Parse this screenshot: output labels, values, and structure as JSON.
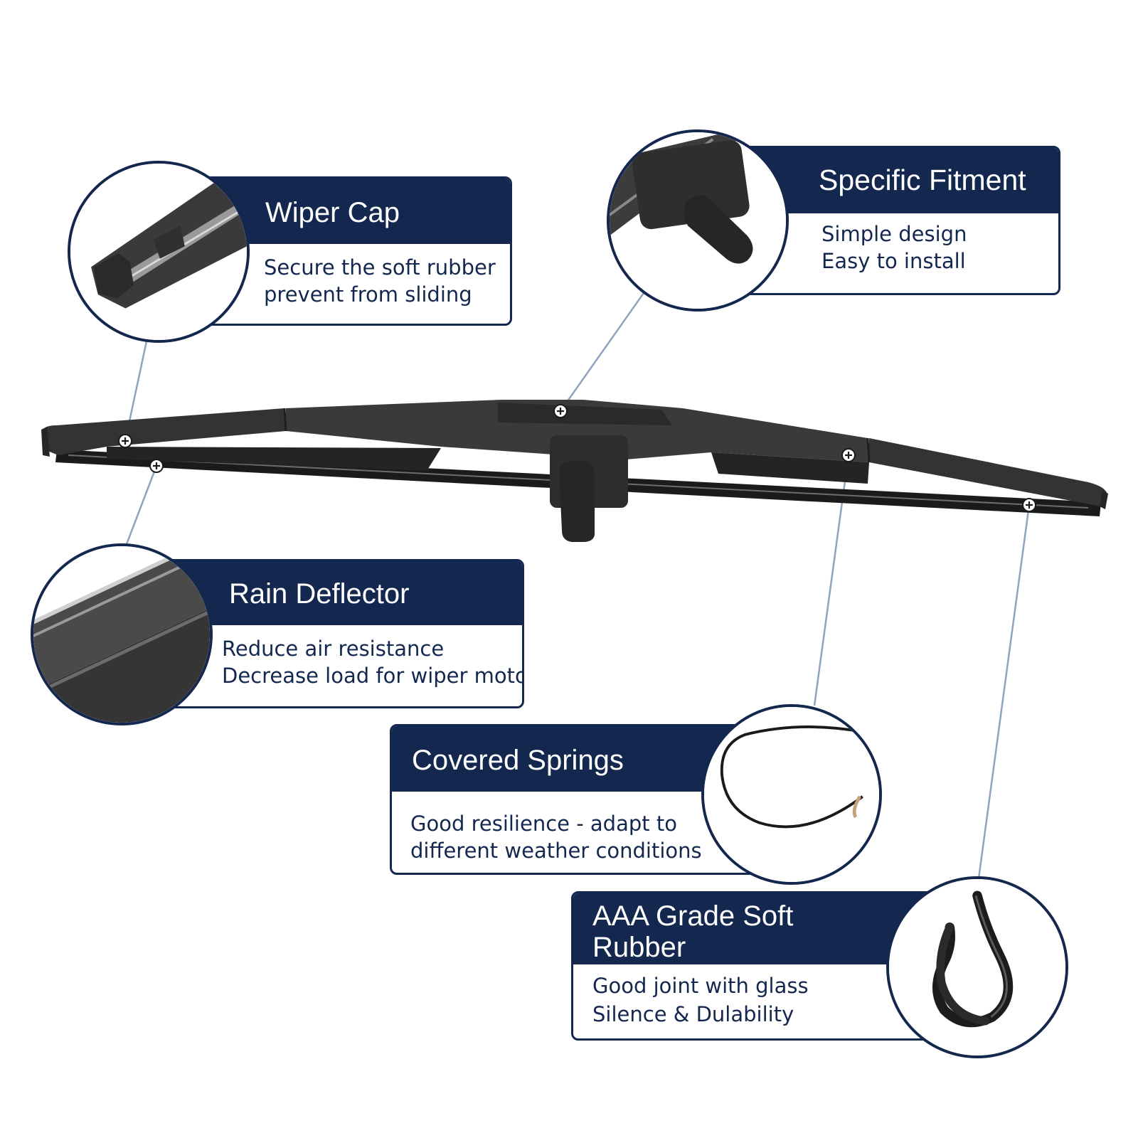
{
  "features": {
    "wiper_cap": {
      "title": "Wiper Cap",
      "desc": [
        "Secure the soft rubber",
        "prevent from sliding"
      ],
      "icon": "wiper-cap-closeup-icon"
    },
    "specific_fitment": {
      "title": "Specific Fitment",
      "desc": [
        "Simple design",
        "Easy to install"
      ],
      "icon": "adapter-closeup-icon"
    },
    "rain_deflector": {
      "title": "Rain Deflector",
      "desc": [
        "Reduce air resistance",
        "Decrease load for wiper motor"
      ],
      "icon": "deflector-closeup-icon"
    },
    "covered_springs": {
      "title": "Covered Springs",
      "desc": [
        "Good resilience - adapt to",
        "different weather conditions"
      ],
      "icon": "spring-closeup-icon"
    },
    "aaa_rubber": {
      "title": [
        "AAA Grade Soft",
        "Rubber"
      ],
      "desc": [
        "Good joint with glass",
        "Silence & Dulability"
      ],
      "icon": "rubber-strip-closeup-icon"
    }
  },
  "colors": {
    "navy": "#14284f",
    "blade": "#2e2e2e",
    "leader_line": "#8fa3c0"
  }
}
